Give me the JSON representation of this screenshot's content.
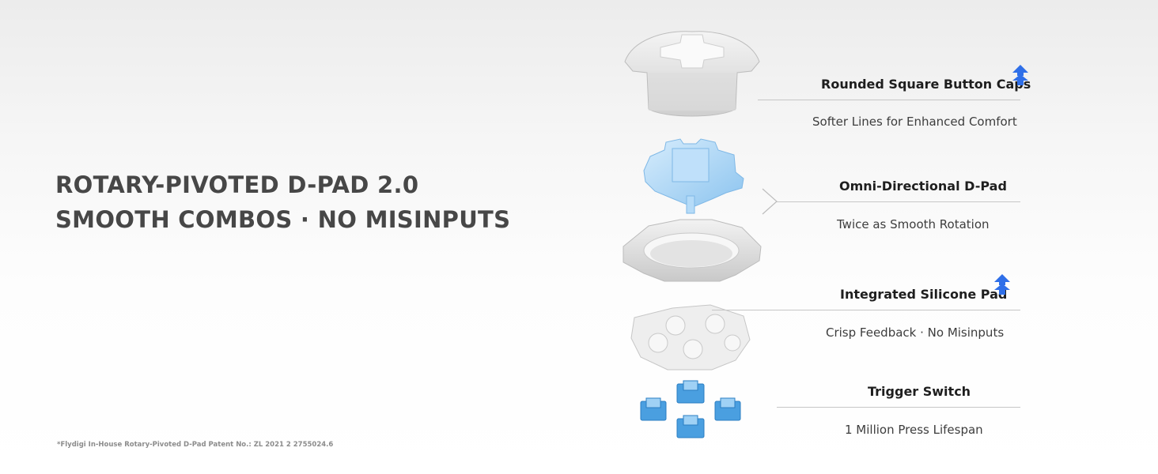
{
  "headline": {
    "line1": "ROTARY-PIVOTED D-PAD 2.0",
    "line2": "SMOOTH COMBOS · NO MISINPUTS"
  },
  "footnote": "*Flydigi In-House Rotary-Pivoted D-Pad Patent No.: ZL 2021 2 2755024.6",
  "colors": {
    "accent": "#2f6fe8",
    "title": "#1e1e1e",
    "subtitle": "#3d3d3d",
    "divider": "#c6c6c6",
    "translucent_blue": "#9fd1f5"
  },
  "features": [
    {
      "title": "Rounded Square Button Caps",
      "subtitle": "Softer Lines for Enhanced Comfort",
      "icon": "upgrade-arrow-icon"
    },
    {
      "title": "Omni-Directional D-Pad",
      "subtitle": "Twice as Smooth Rotation",
      "icon": "chevron-pointer-icon"
    },
    {
      "title": "Integrated Silicone Pad",
      "subtitle": "Crisp Feedback · No Misinputs",
      "icon": "upgrade-arrow-icon"
    },
    {
      "title": "Trigger Switch",
      "subtitle": "1 Million Press Lifespan",
      "icon": ""
    }
  ]
}
